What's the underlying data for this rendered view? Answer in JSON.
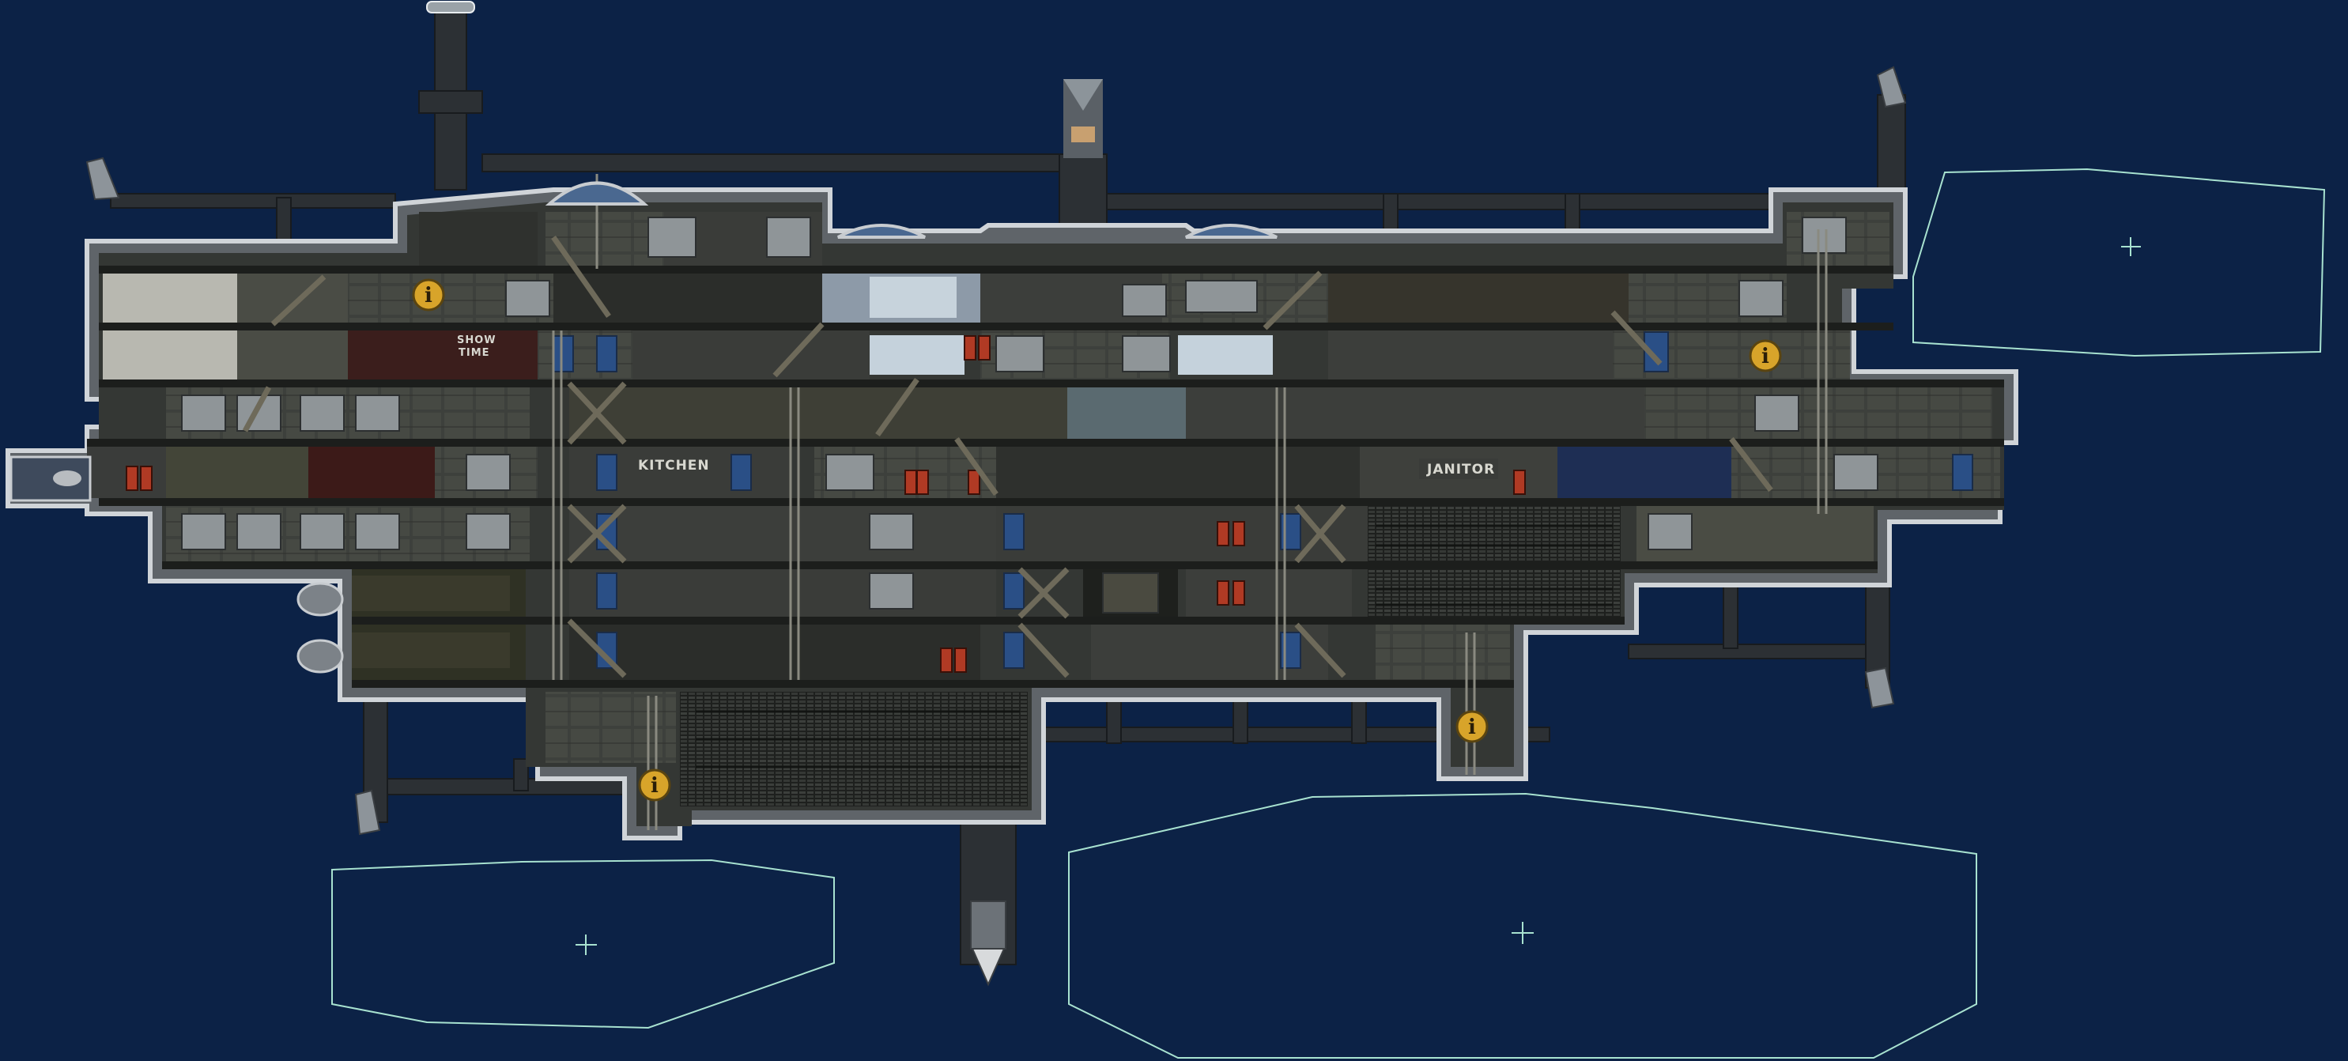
{
  "signs": {
    "kitchen": "KITCHEN",
    "janitor": "JANITOR",
    "show": "SHOW",
    "time": "TIME"
  },
  "info_glyph": "i",
  "colors": {
    "space": "#0c2246",
    "hull": "#6e7378",
    "hull_edge": "#c8ccd0",
    "interior": "#3a3d3a",
    "room_dark": "#262826",
    "window_blue": "#2a4f86",
    "info_marker": "#d8a42a",
    "outline": "#a8e2d0",
    "red_locker": "#b03a24"
  },
  "icons": [
    "info-marker-icon",
    "crosshair-icon",
    "docking-port-icon",
    "thruster-icon"
  ]
}
